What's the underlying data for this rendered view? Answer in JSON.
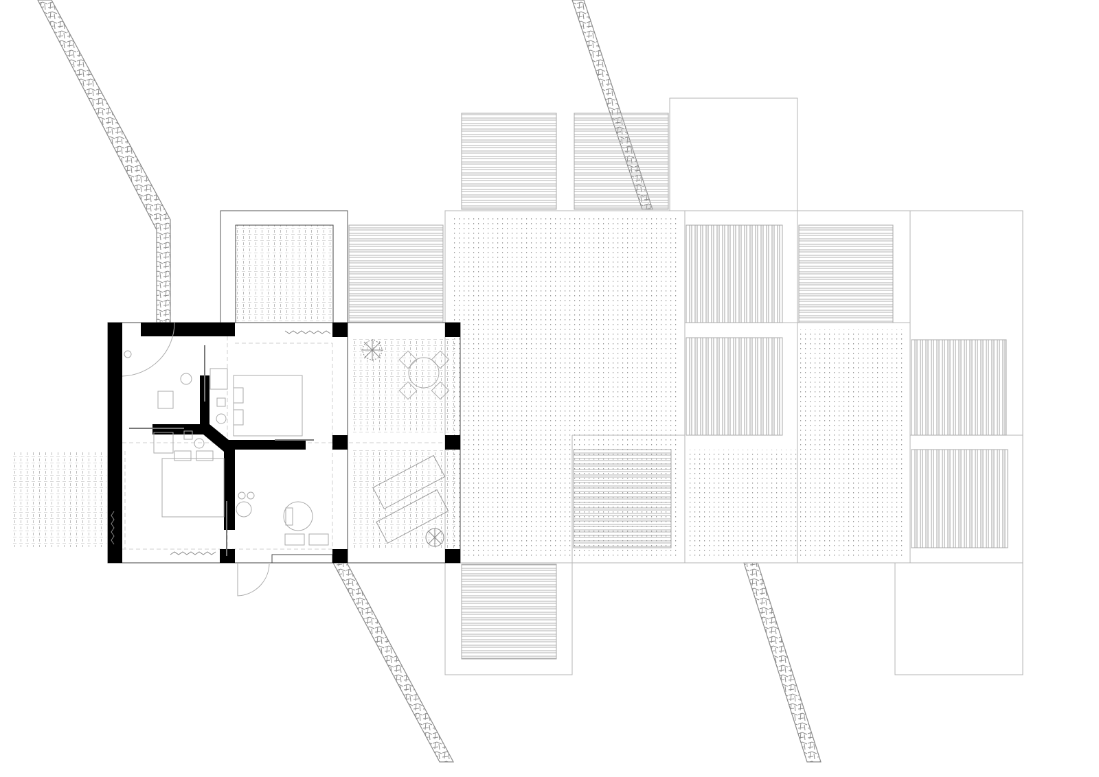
{
  "colors": {
    "background": "#ffffff",
    "wall": "#000000",
    "line": "#9a9a9a",
    "light_line": "#c4c4c4",
    "stone": "#8a8a8a"
  },
  "icons": [
    "stone-path",
    "slatted-deck",
    "dotted-paving",
    "plant",
    "dining-table",
    "sun-lounger",
    "bed",
    "door-swing"
  ]
}
